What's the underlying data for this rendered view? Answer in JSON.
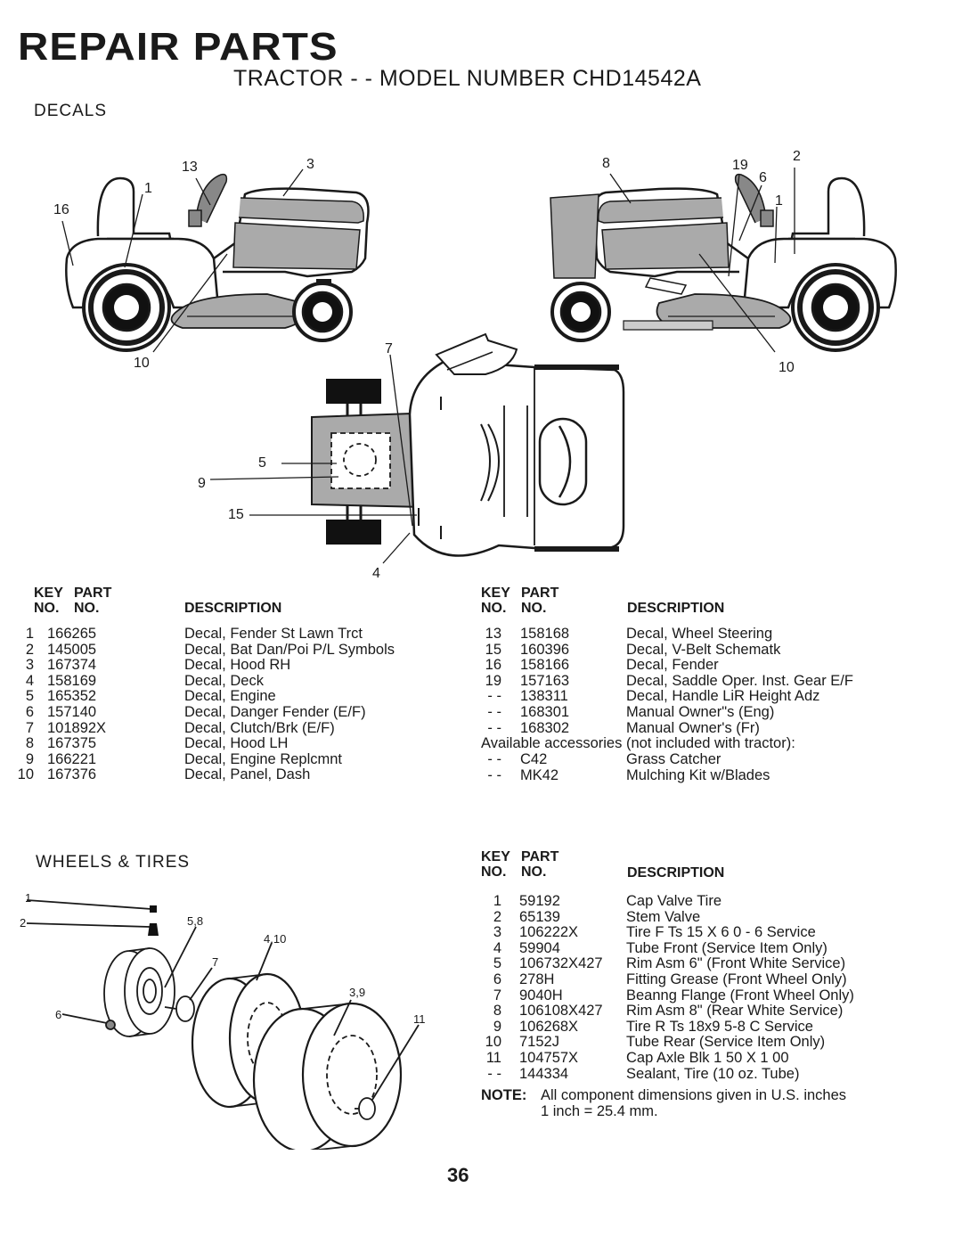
{
  "header": {
    "title": "REPAIR PARTS",
    "subtitle": "TRACTOR - - MODEL NUMBER CHD14542A"
  },
  "decals": {
    "section_title": "DECALS",
    "callouts": {
      "c13": "13",
      "c3": "3",
      "c1a": "1",
      "c16": "16",
      "c10a": "10",
      "c8": "8",
      "c19": "19",
      "c2": "2",
      "c6": "6",
      "c1b": "1",
      "c10b": "10",
      "c7": "7",
      "c5": "5",
      "c9": "9",
      "c15": "15",
      "c4": "4"
    },
    "headers": {
      "key1": "KEY",
      "key2": "NO.",
      "part1": "PART",
      "part2": "NO.",
      "desc": "DESCRIPTION"
    },
    "left_rows": [
      {
        "key": "1",
        "part": "166265",
        "desc": "Decal, Fender St Lawn Trct"
      },
      {
        "key": "2",
        "part": "145005",
        "desc": "Decal, Bat Dan/Poi P/L Symbols"
      },
      {
        "key": "3",
        "part": "167374",
        "desc": "Decal, Hood RH"
      },
      {
        "key": "4",
        "part": "158169",
        "desc": "Decal, Deck"
      },
      {
        "key": "5",
        "part": "165352",
        "desc": "Decal, Engine"
      },
      {
        "key": "6",
        "part": "157140",
        "desc": "Decal, Danger Fender (E/F)"
      },
      {
        "key": "7",
        "part": "101892X",
        "desc": "Decal, Clutch/Brk (E/F)"
      },
      {
        "key": "8",
        "part": "167375",
        "desc": "Decal, Hood LH"
      },
      {
        "key": "9",
        "part": "166221",
        "desc": "Decal, Engine Replcmnt"
      },
      {
        "key": "10",
        "part": "167376",
        "desc": "Decal, Panel, Dash"
      }
    ],
    "right_rows": [
      {
        "key": "13",
        "part": "158168",
        "desc": "Decal, Wheel Steering"
      },
      {
        "key": "15",
        "part": "160396",
        "desc": "Decal, V-Belt Schematk"
      },
      {
        "key": "16",
        "part": "158166",
        "desc": "Decal, Fender"
      },
      {
        "key": "19",
        "part": "157163",
        "desc": "Decal, Saddle Oper. Inst. Gear E/F"
      },
      {
        "key": "- -",
        "part": "138311",
        "desc": "Decal, Handle LiR Height Adz"
      },
      {
        "key": "- -",
        "part": "168301",
        "desc": "Manual Owner\"s (Eng)"
      },
      {
        "key": "- -",
        "part": "168302",
        "desc": "Manual Owner's (Fr)"
      }
    ],
    "accessories_note": "Available accessories (not included with tractor):",
    "accessory_rows": [
      {
        "key": "- -",
        "part": "C42",
        "desc": "Grass Catcher"
      },
      {
        "key": "- -",
        "part": "MK42",
        "desc": "Mulching Kit w/Blades"
      }
    ]
  },
  "wheels": {
    "section_title": "WHEELS & TIRES",
    "callouts": {
      "w1": "1",
      "w2": "2",
      "w58": "5,8",
      "w410": "4,10",
      "w7": "7",
      "w39": "3,9",
      "w6": "6",
      "w11": "11"
    },
    "rows": [
      {
        "key": "1",
        "part": "59192",
        "desc": "Cap Valve Tire"
      },
      {
        "key": "2",
        "part": "65139",
        "desc": "Stem Valve"
      },
      {
        "key": "3",
        "part": "106222X",
        "desc": "Tire F Ts 15 X 6 0 - 6 Service"
      },
      {
        "key": "4",
        "part": "59904",
        "desc": "Tube Front (Service Item Only)"
      },
      {
        "key": "5",
        "part": "106732X427",
        "desc": "Rim Asm 6\" (Front White Service)"
      },
      {
        "key": "6",
        "part": "278H",
        "desc": "Fitting Grease (Front Wheel Only)"
      },
      {
        "key": "7",
        "part": "9040H",
        "desc": "Beanng Flange (Front Wheel Only)"
      },
      {
        "key": "8",
        "part": "106108X427",
        "desc": "Rim Asm 8\" (Rear White Service)"
      },
      {
        "key": "9",
        "part": "106268X",
        "desc": "Tire R Ts 18x9 5-8 C Service"
      },
      {
        "key": "10",
        "part": "7152J",
        "desc": "Tube Rear (Service Item Only)"
      },
      {
        "key": "11",
        "part": "104757X",
        "desc": "Cap Axle Blk 1 50 X 1 00"
      },
      {
        "key": "- -",
        "part": "144334",
        "desc": "Sealant, Tire (10 oz. Tube)"
      }
    ],
    "note_label": "NOTE:",
    "note_line1": "All component dimensions given in U.S. inches",
    "note_line2": "1 inch = 25.4 mm."
  },
  "page_number": "36"
}
